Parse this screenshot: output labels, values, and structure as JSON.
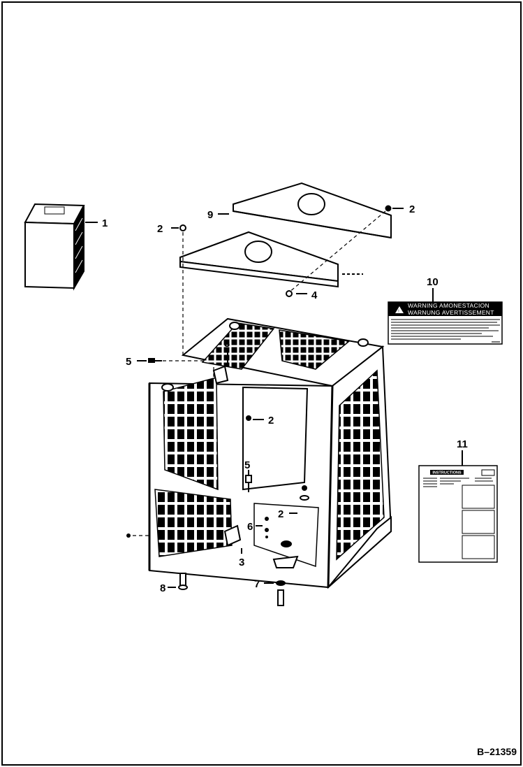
{
  "figure": {
    "number": "B–21359"
  },
  "callouts": {
    "c1": "1",
    "c2a": "2",
    "c2b": "2",
    "c2c": "2",
    "c2d": "2",
    "c3a": "3",
    "c3b": "3",
    "c4": "4",
    "c5a": "5",
    "c5b": "5",
    "c6": "6",
    "c7": "7",
    "c8": "8",
    "c9": "9",
    "c10": "10",
    "c11": "11"
  },
  "warning_decal": {
    "line1": "WARNING AMONESTACION",
    "line2": "WARNUNG AVERTISSEMENT"
  },
  "instructions_decal": {
    "header": "INSTRUCTIONS"
  }
}
